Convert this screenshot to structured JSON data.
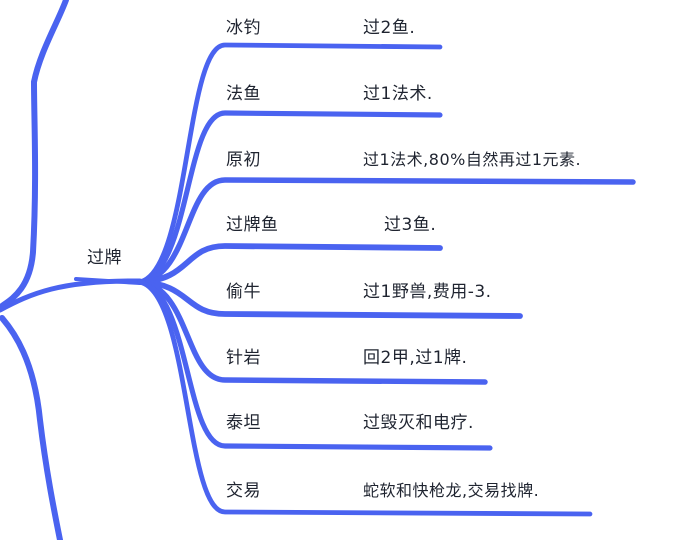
{
  "colors": {
    "line": "#4a63f0",
    "text": "#1f2430"
  },
  "root": {
    "label": "过牌"
  },
  "items": [
    {
      "name": "冰钓",
      "desc": "过2鱼."
    },
    {
      "name": "法鱼",
      "desc": "过1法术."
    },
    {
      "name": "原初",
      "desc": "过1法术,80%自然再过1元素."
    },
    {
      "name": "过牌鱼",
      "desc": "过3鱼."
    },
    {
      "name": "偷牛",
      "desc": "过1野兽,费用-3."
    },
    {
      "name": "针岩",
      "desc": "回2甲,过1牌."
    },
    {
      "name": "泰坦",
      "desc": "过毁灭和电疗."
    },
    {
      "name": "交易",
      "desc": "蛇软和快枪龙,交易找牌."
    }
  ]
}
